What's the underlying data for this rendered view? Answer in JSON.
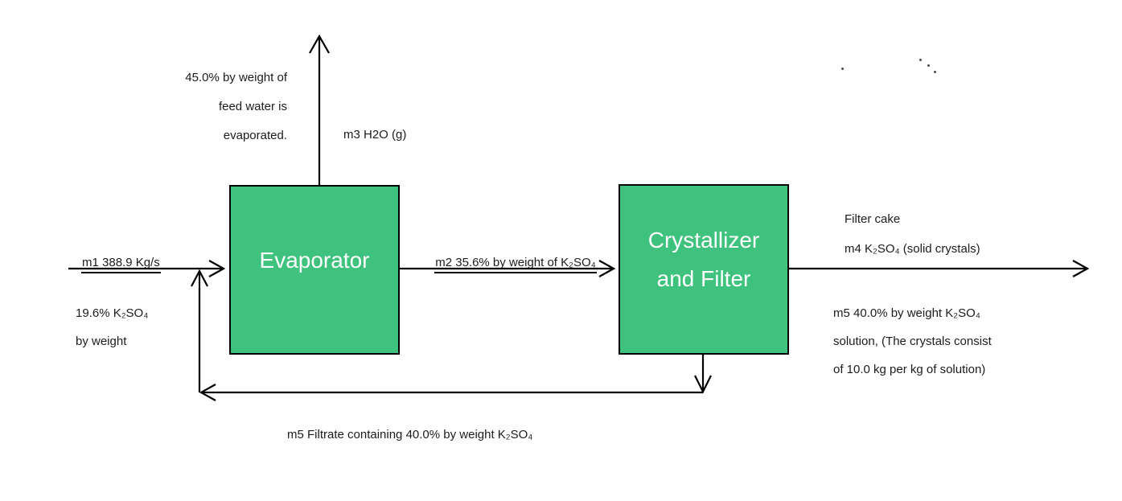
{
  "colors": {
    "background": "#FFFFFF",
    "unit_fill": "#3FC27D",
    "unit_border": "#000000",
    "unit_text": "#FFFFFF",
    "line": "#000000",
    "label_text": "#1C1C1C"
  },
  "units": {
    "evaporator": {
      "label": "Evaporator"
    },
    "crystallizer": {
      "label": "Crystallizer\nand Filter"
    }
  },
  "streams": {
    "m3_note": "45.0% by weight of\nfeed water is\nevaporated.",
    "m3_label": "m3 H2O (g)",
    "m1_label": "m1 388.9 Kg/s",
    "m1_composition": "19.6% K₂SO₄\nby weight",
    "m2_label": "m2 35.6% by weight of K₂SO₄",
    "m4_label": "Filter cake\nm4 K₂SO₄ (solid crystals)",
    "m5_solution_note": "m5 40.0% by weight K₂SO₄\nsolution, (The crystals consist\nof 10.0 kg per kg of solution)",
    "m5_recycle_label": "m5 Filtrate containing 40.0% by weight K₂SO₄"
  }
}
